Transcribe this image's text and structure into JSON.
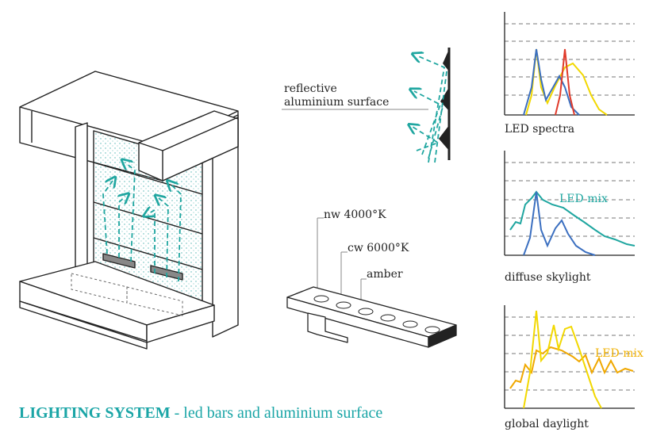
{
  "labels": {
    "reflective_line1": "reflective",
    "reflective_line2": "aluminium surface",
    "nw": "nw 4000°K",
    "cw": "cw 6000°K",
    "amber": "amber",
    "led_spectra": "LED spectra",
    "diffuse_skylight": "diffuse skylight",
    "global_daylight": "global daylight",
    "led_mix_1": "LED mix",
    "led_mix_2": "LED mix"
  },
  "title": {
    "bold": "LIGHTING SYSTEM",
    "rest": " - led bars and aluminium surface"
  },
  "colors": {
    "teal": "#1fa6a0",
    "blue": "#3b6fc0",
    "yellow": "#f2d800",
    "red": "#e03a2a",
    "orange": "#f0a800",
    "line": "#222222",
    "dash": "#777777"
  }
}
